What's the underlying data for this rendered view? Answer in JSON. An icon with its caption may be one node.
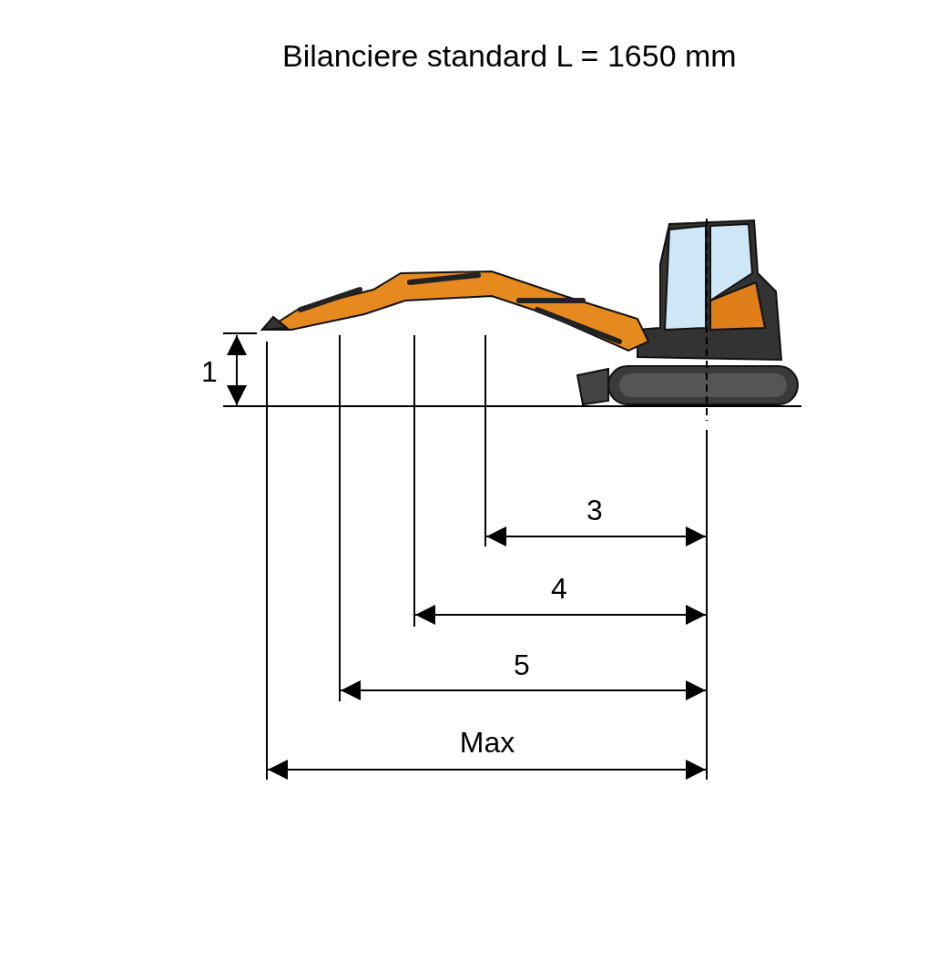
{
  "diagram": {
    "title": "Bilanciere standard L = 1650 mm",
    "labels": [
      "1",
      "3",
      "4",
      "5",
      "Max"
    ]
  }
}
